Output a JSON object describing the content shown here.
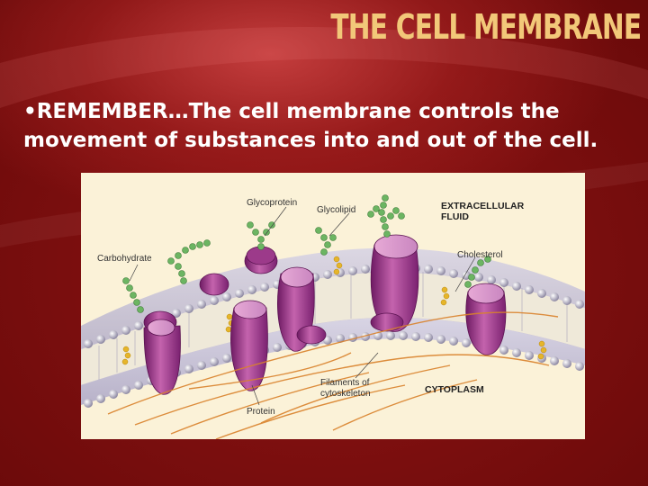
{
  "slide": {
    "title": "THE CELL MEMBRANE",
    "bullet_symbol": "•",
    "body_text": "REMEMBER…The cell membrane controls the movement of substances into and out of the cell."
  },
  "figure": {
    "labels": {
      "glycoprotein": "Glycoprotein",
      "glycolipid": "Glycolipid",
      "extracellular_line1": "EXTRACELLULAR",
      "extracellular_line2": "FLUID",
      "carbohydrate": "Carbohydrate",
      "cholesterol": "Cholesterol",
      "filaments_line1": "Filaments of",
      "filaments_line2": "cytoskeleton",
      "cytoplasm": "CYTOPLASM",
      "protein": "Protein"
    },
    "colors": {
      "background": "#fbf2d8",
      "phospholipid_head": "#b9b4c9",
      "protein": "#a33c8f",
      "carbohydrate_chain": "#5fa35a",
      "cholesterol": "#e6b52a",
      "cytoskeleton": "#d9822b"
    }
  }
}
